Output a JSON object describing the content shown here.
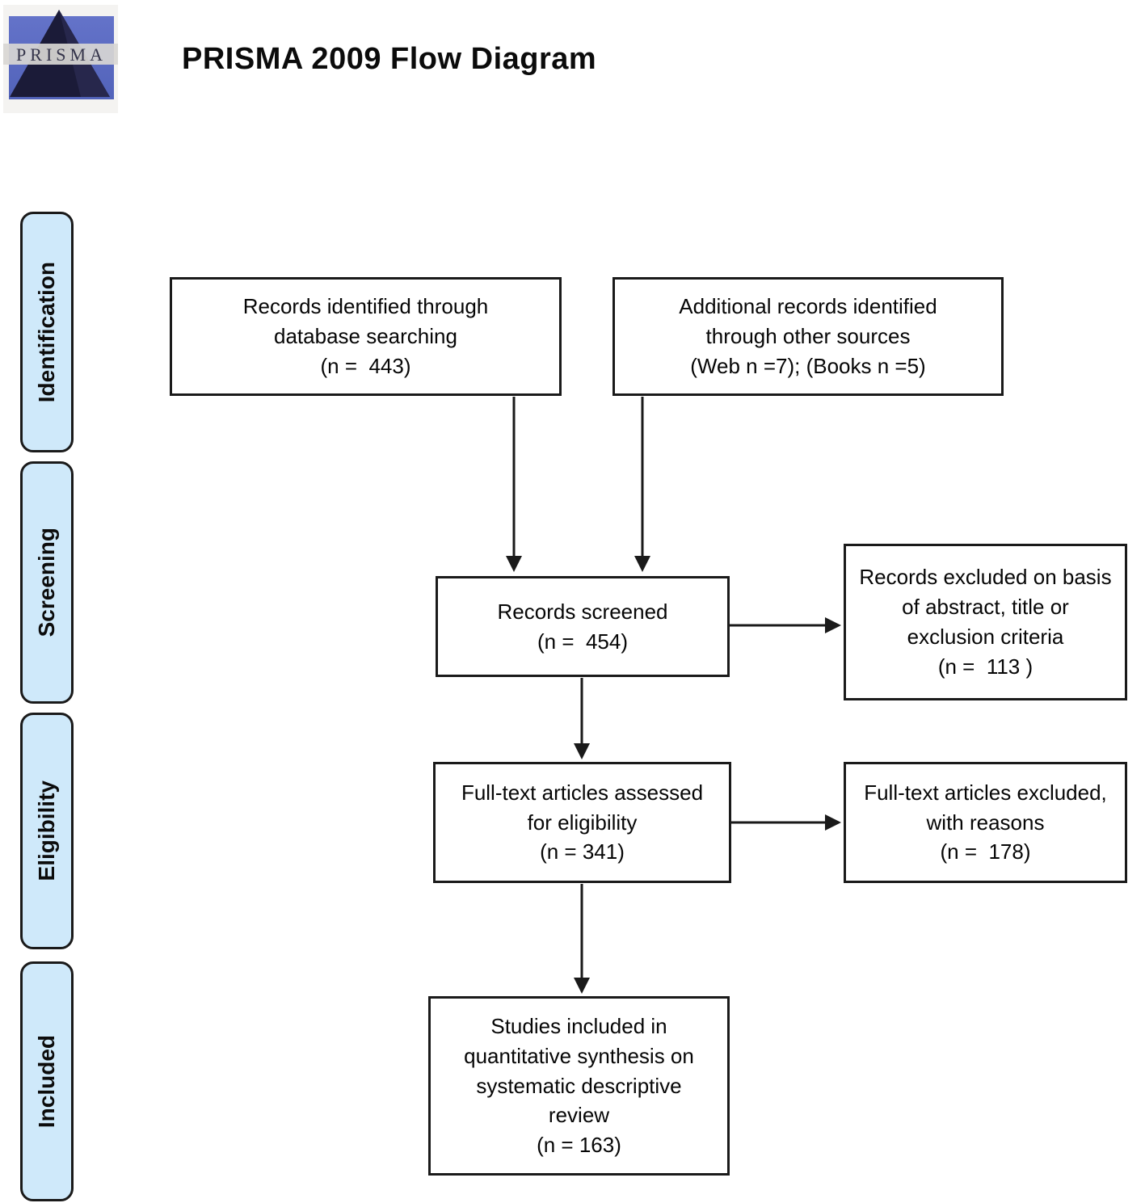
{
  "header": {
    "title": "PRISMA 2009 Flow Diagram",
    "logo": {
      "text": "PRISMA"
    }
  },
  "sidebar": {
    "stages": [
      {
        "id": "identification",
        "label": "Identification"
      },
      {
        "id": "screening",
        "label": "Screening"
      },
      {
        "id": "eligibility",
        "label": "Eligibility"
      },
      {
        "id": "included",
        "label": "Included"
      }
    ]
  },
  "flow": {
    "boxes": {
      "records_identified": {
        "text": "Records identified through\ndatabase searching\n(n =  443)"
      },
      "additional_records": {
        "text": "Additional records identified\nthrough other sources\n(Web n =7); (Books n =5)"
      },
      "records_screened": {
        "text": "Records screened\n(n =  454)"
      },
      "records_excluded": {
        "text": "Records excluded on basis\nof abstract, title or\nexclusion criteria\n(n =  113 )"
      },
      "fulltext_assessed": {
        "text": "Full-text articles assessed\nfor eligibility\n(n = 341)"
      },
      "fulltext_excluded": {
        "text": "Full-text articles excluded,\nwith reasons\n(n =  178)"
      },
      "studies_included": {
        "text": "Studies included in\nquantitative synthesis on\nsystematic descriptive\nreview\n(n = 163)"
      }
    }
  },
  "colors": {
    "stage_fill": "#cfe9fa",
    "ink": "#1a1a1a",
    "logo_blue_top": "#6473c9",
    "logo_blue_bottom": "#5263ba",
    "logo_pyramid": "#1b1b38",
    "logo_stripe": "#d8d7d4"
  }
}
